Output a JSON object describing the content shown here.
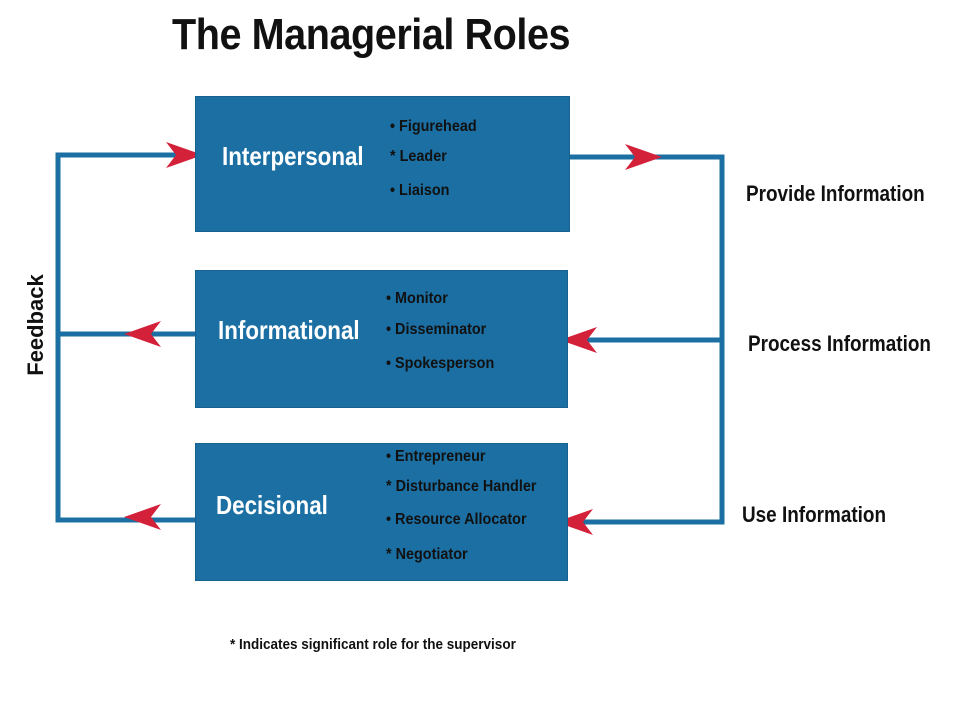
{
  "title": "The Managerial Roles",
  "colors": {
    "box_fill": "#1b6fa3",
    "connector": "#1b6fa3",
    "arrow": "#d3213a"
  },
  "boxes": [
    {
      "label": "Interpersonal",
      "roles": [
        "• Figurehead",
        "* Leader",
        "• Liaison"
      ]
    },
    {
      "label": "Informational",
      "roles": [
        "• Monitor",
        "• Disseminator",
        "• Spokesperson"
      ]
    },
    {
      "label": "Decisional",
      "roles": [
        "• Entrepreneur",
        "* Disturbance Handler",
        "• Resource Allocator",
        "* Negotiator"
      ]
    }
  ],
  "side_labels": {
    "provide": "Provide Information",
    "process": "Process Information",
    "use": "Use Information"
  },
  "feedback_label": "Feedback",
  "footnote": "* Indicates significant role for the supervisor"
}
